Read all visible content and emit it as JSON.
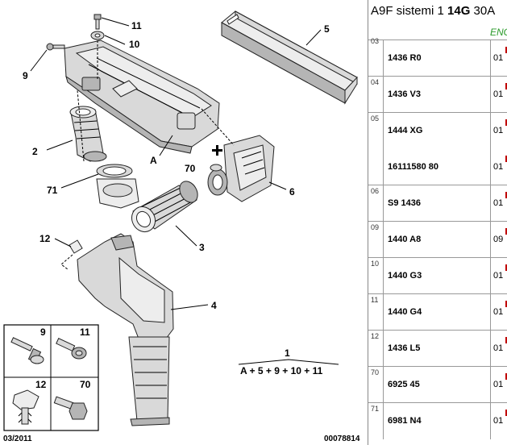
{
  "header": {
    "title_prefix": "A9F sistemi 1 ",
    "title_bold": "14G",
    "title_suffix": " 30A",
    "lang_badge": "ENG"
  },
  "diagram": {
    "callouts": {
      "c11": "11",
      "c10": "10",
      "c9": "9",
      "c5": "5",
      "c2": "2",
      "cA": "A",
      "c70": "70",
      "c71": "71",
      "c6": "6",
      "c12": "12",
      "c3": "3",
      "c4": "4",
      "c1": "1"
    },
    "formula": "A + 5 + 9 + 10 + 11",
    "legend": {
      "l9": "9",
      "l11": "11",
      "l12": "12",
      "l70": "70"
    },
    "footer_date": "03/2011",
    "footer_code": "00078814"
  },
  "parts": [
    {
      "num": "03",
      "rows": [
        {
          "ref": "1436 R0",
          "qty": "01"
        }
      ]
    },
    {
      "num": "04",
      "rows": [
        {
          "ref": "1436 V3",
          "qty": "01"
        }
      ]
    },
    {
      "num": "05",
      "rows": [
        {
          "ref": "1444 XG",
          "qty": "01"
        },
        {
          "ref": "16111580 80",
          "qty": "01"
        }
      ]
    },
    {
      "num": "06",
      "rows": [
        {
          "ref": "S9 1436",
          "qty": "01"
        }
      ]
    },
    {
      "num": "09",
      "rows": [
        {
          "ref": "1440 A8",
          "qty": "09"
        }
      ]
    },
    {
      "num": "10",
      "rows": [
        {
          "ref": "1440 G3",
          "qty": "01"
        }
      ]
    },
    {
      "num": "11",
      "rows": [
        {
          "ref": "1440 G4",
          "qty": "01"
        }
      ]
    },
    {
      "num": "12",
      "rows": [
        {
          "ref": "1436 L5",
          "qty": "01"
        }
      ]
    },
    {
      "num": "70",
      "rows": [
        {
          "ref": "6925 45",
          "qty": "01"
        }
      ]
    },
    {
      "num": "71",
      "rows": [
        {
          "ref": "6981 N4",
          "qty": "01"
        }
      ]
    }
  ],
  "colors": {
    "accent_green": "#2a9a2a",
    "marker_red": "#c00000"
  }
}
